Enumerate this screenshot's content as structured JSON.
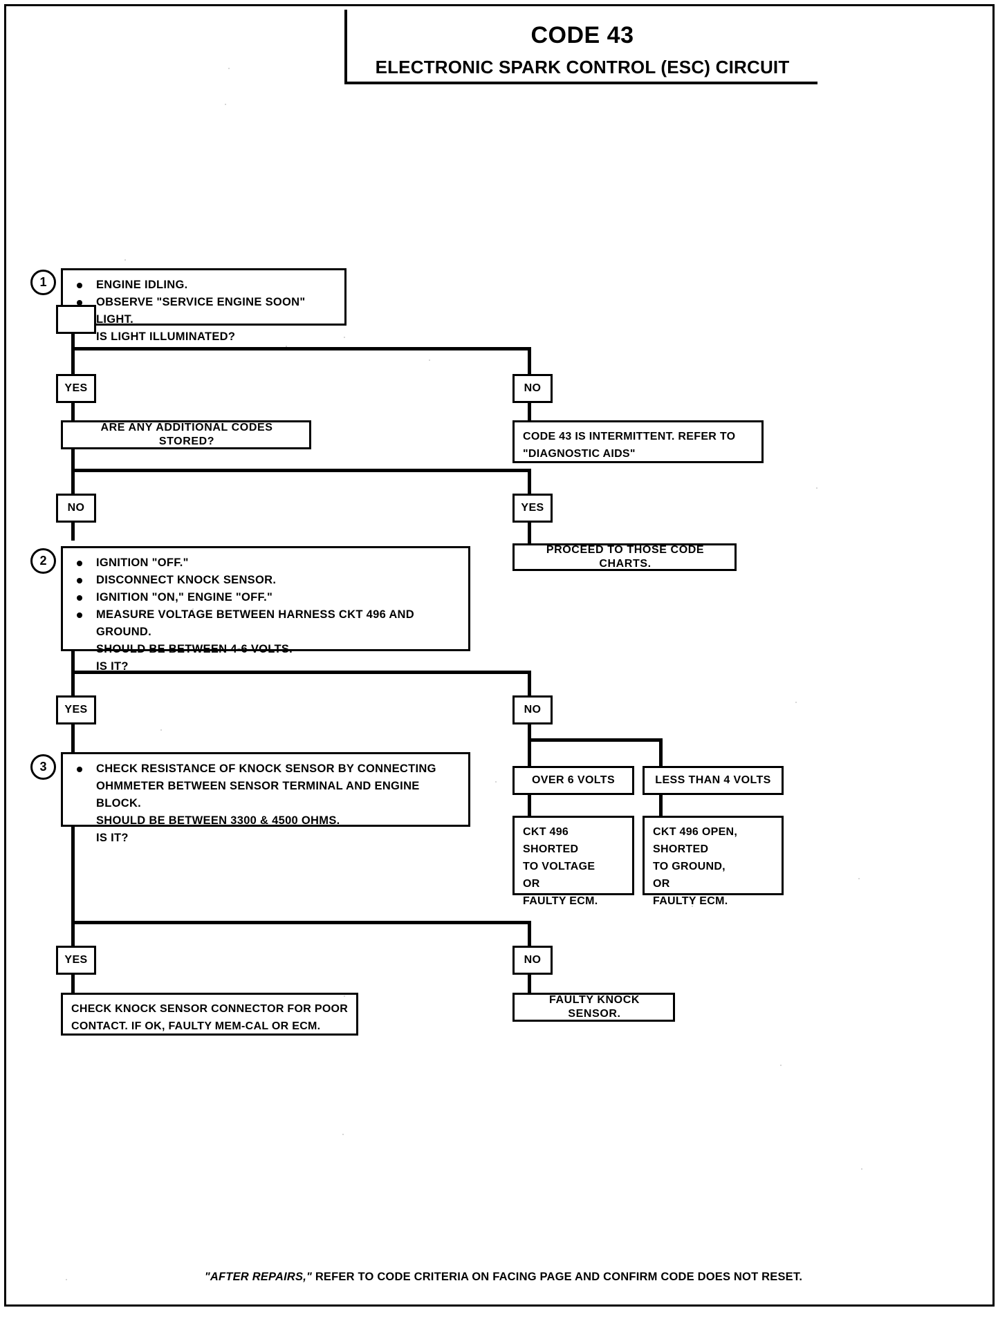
{
  "header": {
    "title": "CODE 43",
    "subtitle": "ELECTRONIC SPARK CONTROL (ESC) CIRCUIT"
  },
  "steps": {
    "one": {
      "number": "1",
      "lines": [
        "ENGINE IDLING.",
        "OBSERVE \"SERVICE ENGINE SOON\" LIGHT.",
        "IS LIGHT ILLUMINATED?"
      ]
    },
    "two": {
      "number": "2",
      "lines": [
        "IGNITION \"OFF.\"",
        "DISCONNECT KNOCK SENSOR.",
        "IGNITION \"ON,\"  ENGINE \"OFF.\"",
        "MEASURE VOLTAGE BETWEEN HARNESS CKT 496 AND GROUND.",
        "SHOULD BE BETWEEN 4-6 VOLTS.",
        "IS IT?"
      ]
    },
    "three": {
      "number": "3",
      "lines": [
        "CHECK RESISTANCE OF KNOCK SENSOR BY CONNECTING",
        "OHMMETER BETWEEN SENSOR TERMINAL AND ENGINE BLOCK.",
        "SHOULD BE BETWEEN 3300 & 4500 OHMS.",
        "IS IT?"
      ]
    }
  },
  "branches": {
    "q1_yes": "YES",
    "q1_no": "NO",
    "q2_no": "NO",
    "q2_yes": "YES",
    "q3_yes": "YES",
    "q3_no": "NO",
    "q4_yes": "YES",
    "q4_no": "NO"
  },
  "boxes": {
    "additional_codes": "ARE ANY ADDITIONAL CODES STORED?",
    "intermittent": "CODE 43 IS INTERMITTENT.  REFER TO\n\"DIAGNOSTIC AIDS\"",
    "proceed_charts": "PROCEED TO THOSE CODE CHARTS.",
    "over_6_volts": "OVER 6 VOLTS",
    "less_than_4_volts": "LESS THAN 4 VOLTS",
    "ckt_shorted_voltage": "CKT 496 SHORTED\nTO VOLTAGE\nOR\nFAULTY ECM.",
    "ckt_open_ground": "CKT 496 OPEN, SHORTED\nTO GROUND,\nOR\nFAULTY ECM.",
    "check_connector": "CHECK KNOCK SENSOR CONNECTOR FOR POOR\nCONTACT.  IF OK, FAULTY MEM-CAL OR ECM.",
    "faulty_knock_sensor": "FAULTY KNOCK SENSOR."
  },
  "footer": {
    "emphasis": "\"AFTER REPAIRS,\"",
    "rest": " REFER TO CODE CRITERIA ON FACING PAGE AND CONFIRM CODE DOES NOT RESET."
  }
}
